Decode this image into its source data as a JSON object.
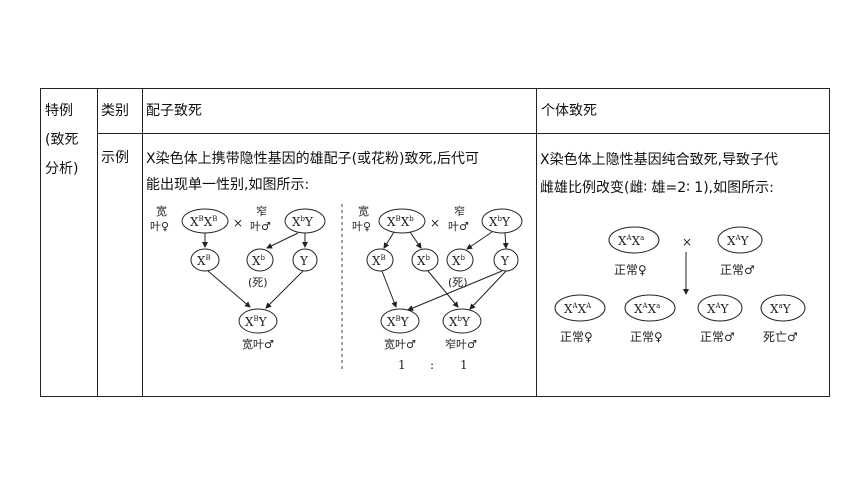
{
  "table": {
    "row_header": "特例(致死分析)",
    "row_header_lines": [
      "特例",
      "(致死",
      "分析)"
    ],
    "col_headers": {
      "category": "类别",
      "gamete": "配子致死",
      "individual": "个体致死"
    },
    "example_label": "示例",
    "gamete_desc_lines": [
      "X染色体上携带隐性基因的雄配子(或花粉)致死,后代可",
      "能出现单一性别,如图所示:"
    ],
    "individual_desc_lines": [
      "X染色体上隐性基因纯合致死,导致子代",
      "雌雄比例改变(雌∶ 雄=2∶ 1),如图所示:"
    ]
  },
  "diagram_left": {
    "p_female_label": [
      "宽",
      "叶♀"
    ],
    "p_female": {
      "base": "X",
      "sup1": "B",
      "sup2": "B"
    },
    "cross": "×",
    "p_male_label": [
      "窄",
      "叶♂"
    ],
    "p_male": {
      "base": "X",
      "sup": "b",
      "tail": "Y"
    },
    "gametes": [
      {
        "base": "X",
        "sup": "B"
      },
      {
        "base": "X",
        "sup": "b",
        "note": "(死)"
      },
      {
        "base": "Y"
      }
    ],
    "offspring": {
      "base": "X",
      "sup": "B",
      "tail": "Y",
      "label": "宽叶♂"
    }
  },
  "diagram_right": {
    "p_female_label": [
      "宽",
      "叶♀"
    ],
    "p_female": {
      "base": "X",
      "sup1": "B",
      "sup2": "b"
    },
    "cross": "×",
    "p_male_label": [
      "窄",
      "叶♂"
    ],
    "p_male": {
      "base": "X",
      "sup": "b",
      "tail": "Y"
    },
    "gametes": [
      {
        "base": "X",
        "sup": "B"
      },
      {
        "base": "X",
        "sup": "b"
      },
      {
        "base": "X",
        "sup": "b",
        "note": "(死)"
      },
      {
        "base": "Y"
      }
    ],
    "offspring": [
      {
        "base": "X",
        "sup": "B",
        "tail": "Y",
        "label": "宽叶♂"
      },
      {
        "base": "X",
        "sup": "b",
        "tail": "Y",
        "label": "窄叶♂"
      }
    ],
    "ratio": [
      "1",
      ":",
      "1"
    ]
  },
  "diagram_individual": {
    "parents": [
      {
        "g": [
          "A",
          "a"
        ],
        "label": "正常♀"
      },
      {
        "g": [
          "A"
        ],
        "tail": "Y",
        "label": "正常♂"
      }
    ],
    "cross": "×",
    "offspring": [
      {
        "g": [
          "A",
          "A"
        ],
        "label": "正常♀"
      },
      {
        "g": [
          "A",
          "a"
        ],
        "label": "正常♀"
      },
      {
        "g": [
          "A"
        ],
        "tail": "Y",
        "label": "正常♂"
      },
      {
        "g": [
          "a"
        ],
        "tail": "Y",
        "label": "死亡♂"
      }
    ]
  }
}
